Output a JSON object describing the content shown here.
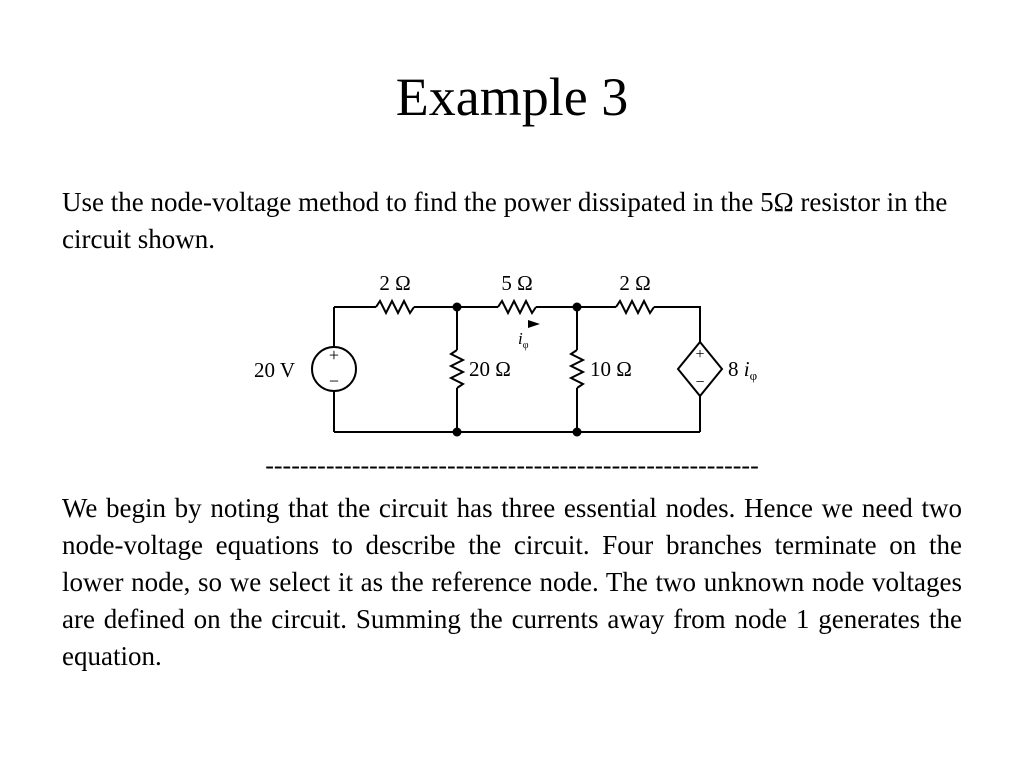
{
  "slide": {
    "title": "Example 3",
    "intro": "Use the node-voltage method to find the power dissipated in the 5Ω resistor in the circuit shown.",
    "separator": "---------------------------------------------------------",
    "body": "We begin by noting that the circuit has three essential nodes. Hence we need two node-voltage equations to describe the circuit. Four branches terminate on the lower node, so we select it as the reference node. The two unknown node voltages are defined on the circuit. Summing the currents away from node 1 generates the equation."
  },
  "circuit": {
    "r1_label": "2 Ω",
    "r2_label": "5 Ω",
    "r3_label": "2 Ω",
    "r4_label": "20 Ω",
    "r5_label": "10 Ω",
    "source_label": "20 V",
    "source_plus": "+",
    "source_minus": "−",
    "dep_source_label": "8",
    "dep_source_current": "i",
    "dep_source_subscript": "φ",
    "dep_plus": "+",
    "dep_minus": "−",
    "current_label": "i",
    "current_subscript": "φ"
  }
}
